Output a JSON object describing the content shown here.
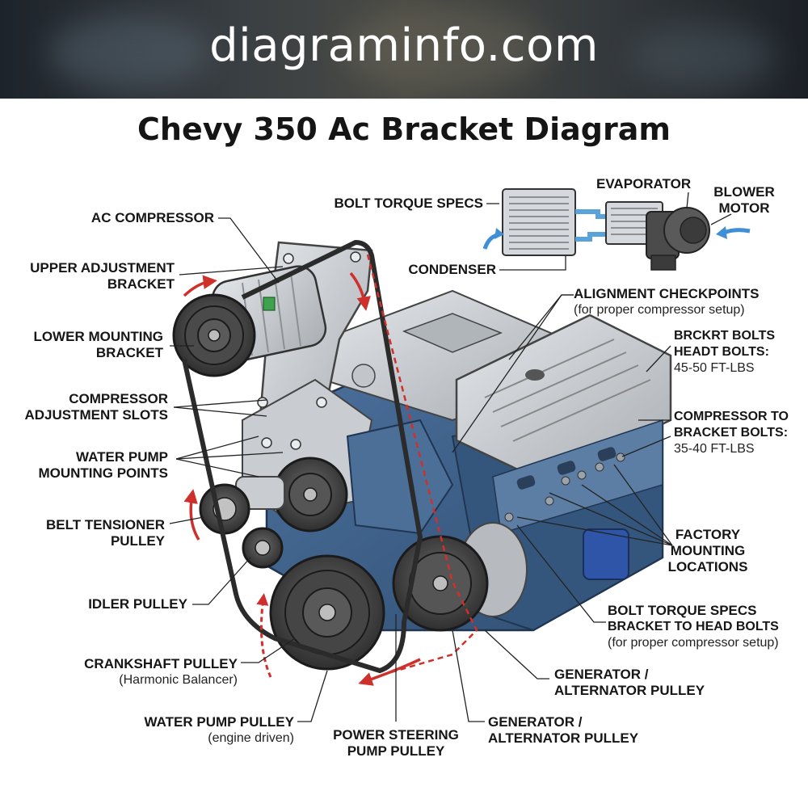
{
  "site_banner": "diagraminfo.com",
  "title": "Chevy 350 Ac Bracket Diagram",
  "labels": {
    "ac_compressor": "AC COMPRESSOR",
    "upper_adjustment_bracket_1": "UPPER ADJUSTMENT",
    "upper_adjustment_bracket_2": "BRACKET",
    "lower_mounting_bracket_1": "LOWER MOUNTING",
    "lower_mounting_bracket_2": "BRACKET",
    "compressor_adjustment_slots_1": "COMPRESSOR",
    "compressor_adjustment_slots_2": "ADJUSTMENT SLOTS",
    "water_pump_mounting_points_1": "WATER PUMP",
    "water_pump_mounting_points_2": "MOUNTING POINTS",
    "belt_tensioner_pulley_1": "BELT TENSIONER",
    "belt_tensioner_pulley_2": "PULLEY",
    "idler_pulley": "IDLER PULLEY",
    "crankshaft_pulley": "CRANKSHAFT PULLEY",
    "crankshaft_pulley_sub": "(Harmonic Balancer)",
    "water_pump_pulley": "WATER PUMP PULLEY",
    "water_pump_pulley_sub": "(engine driven)",
    "power_steering_1": "POWER STEERING",
    "power_steering_2": "PUMP PULLEY",
    "generator_lower_1": "GENERATOR /",
    "generator_lower_2": "ALTERNATOR PULLEY",
    "generator_upper_1": "GENERATOR /",
    "generator_upper_2": "ALTERNATOR PULLEY",
    "bolt_torque_specs_bottom_1": "BOLT TORQUE SPECS",
    "bolt_torque_specs_bottom_2": "BRACKET TO HEAD BOLTS",
    "bolt_torque_specs_bottom_sub": "(for proper compressor setup)",
    "factory_mounting_1": "FACTORY",
    "factory_mounting_2": "MOUNTING",
    "factory_mounting_3": "LOCATIONS",
    "compressor_to_bracket_1": "COMPRESSOR TO",
    "compressor_to_bracket_2": "BRACKET BOLTS:",
    "compressor_to_bracket_val": "35-40 FT-LBS",
    "brckrt_bolts_1": "BRCKRT BOLTS",
    "brckrt_bolts_2": "HEADT BOLTS:",
    "brckrt_bolts_val": "45-50 FT-LBS",
    "alignment_checkpoints": "ALIGNMENT CHECKPOINTS",
    "alignment_checkpoints_sub": "(for proper compressor setup)",
    "bolt_torque_specs_top": "BOLT TORQUE SPECS",
    "condenser": "CONDENSER",
    "evaporator": "EVAPORATOR",
    "blower_motor_1": "BLOWER",
    "blower_motor_2": "MOTOR"
  },
  "colors": {
    "engine_block": "#3f6286",
    "aluminum": "#c9cdd1",
    "pulley": "#3a3a3a",
    "belt": "#2b2b2b",
    "arrow_red": "#d0302b",
    "flow_blue": "#3f8fd6",
    "leader": "#222222"
  }
}
